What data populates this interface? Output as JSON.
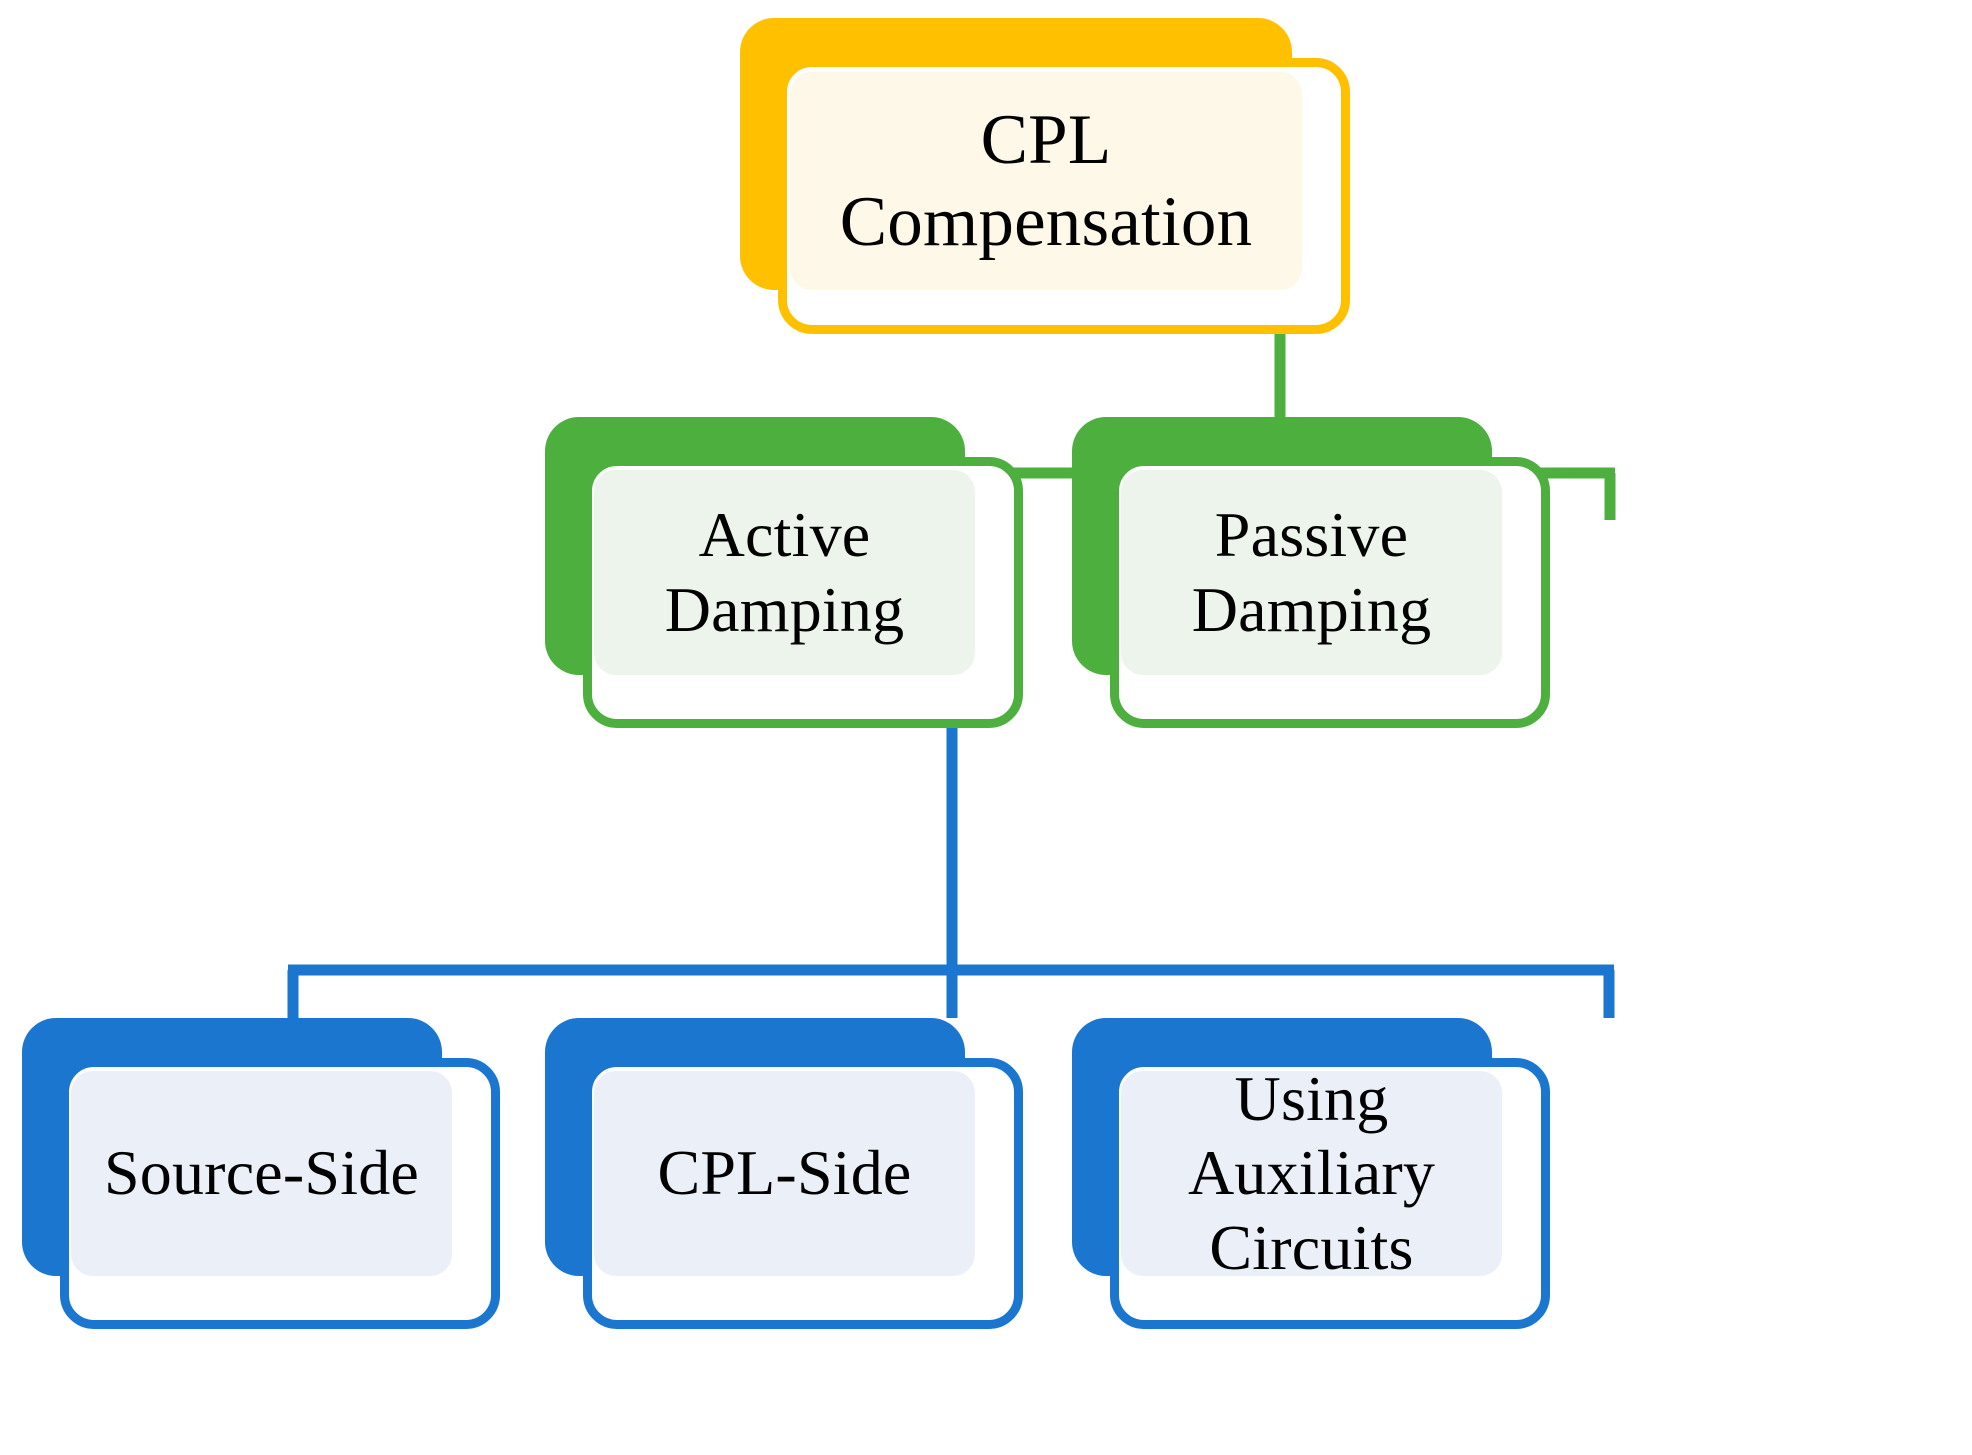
{
  "diagram": {
    "title": "CPL Compensation taxonomy",
    "type": "hierarchy-tree",
    "colors": {
      "level1_accent": "#FFC000",
      "level1_fill": "#FDF8E7",
      "level2_accent": "#4CAF3E",
      "level2_fill": "#EDF4EC",
      "level3_accent": "#1A76CE",
      "level3_fill": "#EBEFF8",
      "text": "#000000",
      "background": "#FFFFFF"
    },
    "levels": [
      {
        "name": "level-1",
        "accent": "#FFC000",
        "nodes": [
          {
            "id": "cpl-compensation",
            "label": "CPL\nCompensation"
          }
        ]
      },
      {
        "name": "level-2",
        "accent": "#4CAF3E",
        "nodes": [
          {
            "id": "active-damping",
            "label": "Active\nDamping"
          },
          {
            "id": "passive-damping",
            "label": "Passive\nDamping"
          }
        ]
      },
      {
        "name": "level-3",
        "accent": "#1A76CE",
        "nodes": [
          {
            "id": "source-side",
            "label": "Source-Side"
          },
          {
            "id": "cpl-side",
            "label": "CPL-Side"
          },
          {
            "id": "using-auxiliary-circuits",
            "label": "Using\nAuxiliary\nCircuits"
          }
        ]
      }
    ],
    "edges": [
      {
        "from": "cpl-compensation",
        "to": "active-damping",
        "color": "#4CAF3E"
      },
      {
        "from": "cpl-compensation",
        "to": "passive-damping",
        "color": "#4CAF3E"
      },
      {
        "from": "active-damping",
        "to": "source-side",
        "color": "#1A76CE"
      },
      {
        "from": "active-damping",
        "to": "cpl-side",
        "color": "#1A76CE"
      },
      {
        "from": "active-damping",
        "to": "using-auxiliary-circuits",
        "color": "#1A76CE"
      }
    ]
  }
}
